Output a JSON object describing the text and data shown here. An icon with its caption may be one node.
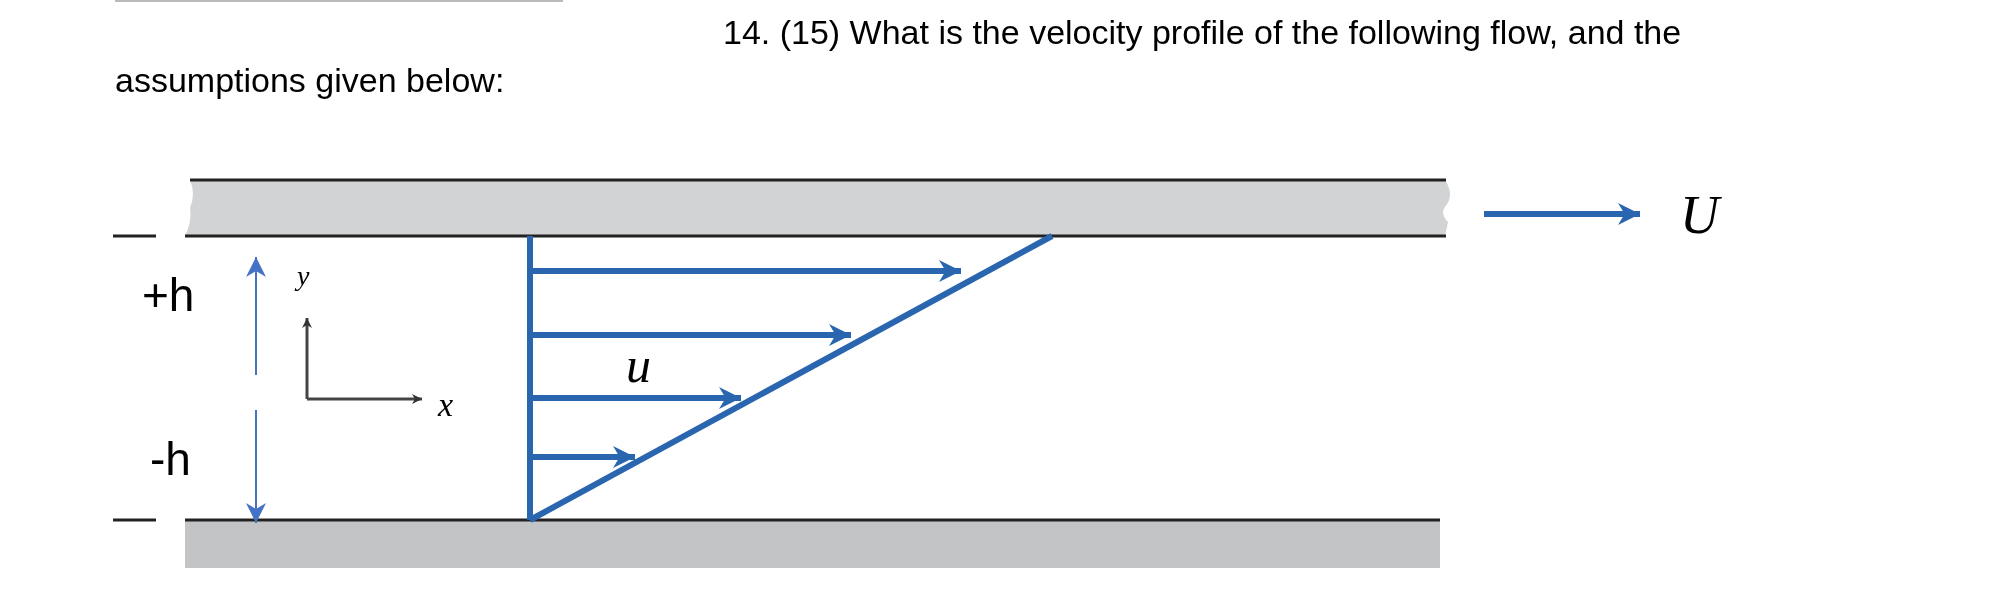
{
  "diagram": {
    "labels": [
      "14. (15) What is the velocity profile of the following flow, and the assumptions given below:",
      "U",
      "+h",
      "y",
      "u",
      "x",
      "-h"
    ]
  }
}
